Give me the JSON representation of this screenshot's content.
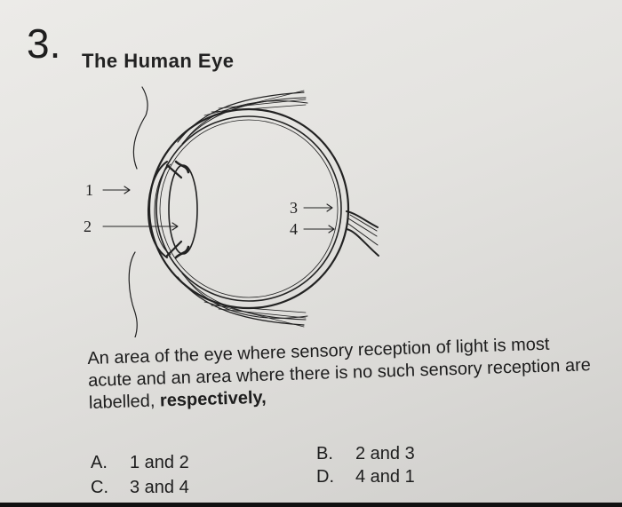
{
  "question": {
    "number": "3.",
    "title": "The Human Eye",
    "text_part1": "An area of the eye where sensory reception of light is most acute and an area where there is no such sensory reception are labelled, ",
    "text_bold": "respectively,"
  },
  "diagram": {
    "labels": {
      "l1": "1",
      "l2": "2",
      "l3": "3",
      "l4": "4"
    }
  },
  "options": {
    "a": {
      "letter": "A.",
      "text": "1 and 2"
    },
    "b": {
      "letter": "B.",
      "text": "2 and 3"
    },
    "c": {
      "letter": "C.",
      "text": "3 and 4"
    },
    "d": {
      "letter": "D.",
      "text": "4 and 1"
    }
  }
}
